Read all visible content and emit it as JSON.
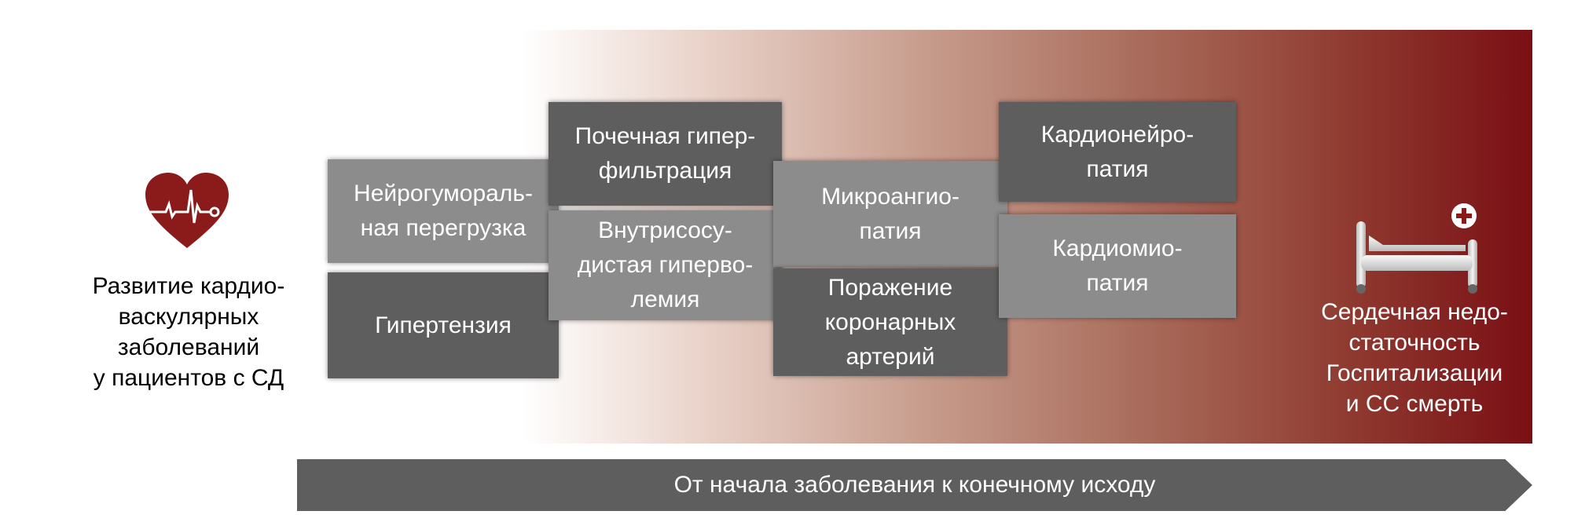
{
  "left_label": "Развитие кардио-\nваскулярных\nзаболеваний\nу пациентов с СД",
  "right_label": "Сердечная недо-\nстаточность\nГоспитализации\nи СС смерть",
  "boxes": {
    "neuro": "Нейрогумораль-\nная перегрузка",
    "hyper": "Гипертензия",
    "renal": "Почечная гипер-\nфильтрация",
    "volume": "Внутрисосу-\nдистая гиперво-\nлемия",
    "micro": "Микроангио-\nпатия",
    "coronary": "Поражение\nкоронарных\nартерий",
    "neuropathy": "Кардионейро-\nпатия",
    "myopathy": "Кардиомио-\nпатия"
  },
  "arrow_label": "От начала заболевания к конечному исходу",
  "colors": {
    "accent": "#7a0f14",
    "dark_box": "#5e5e5e",
    "light_box": "#8c8c8c"
  },
  "icons": {
    "left": "heart-pulse-icon",
    "right": "hospital-bed-icon"
  }
}
